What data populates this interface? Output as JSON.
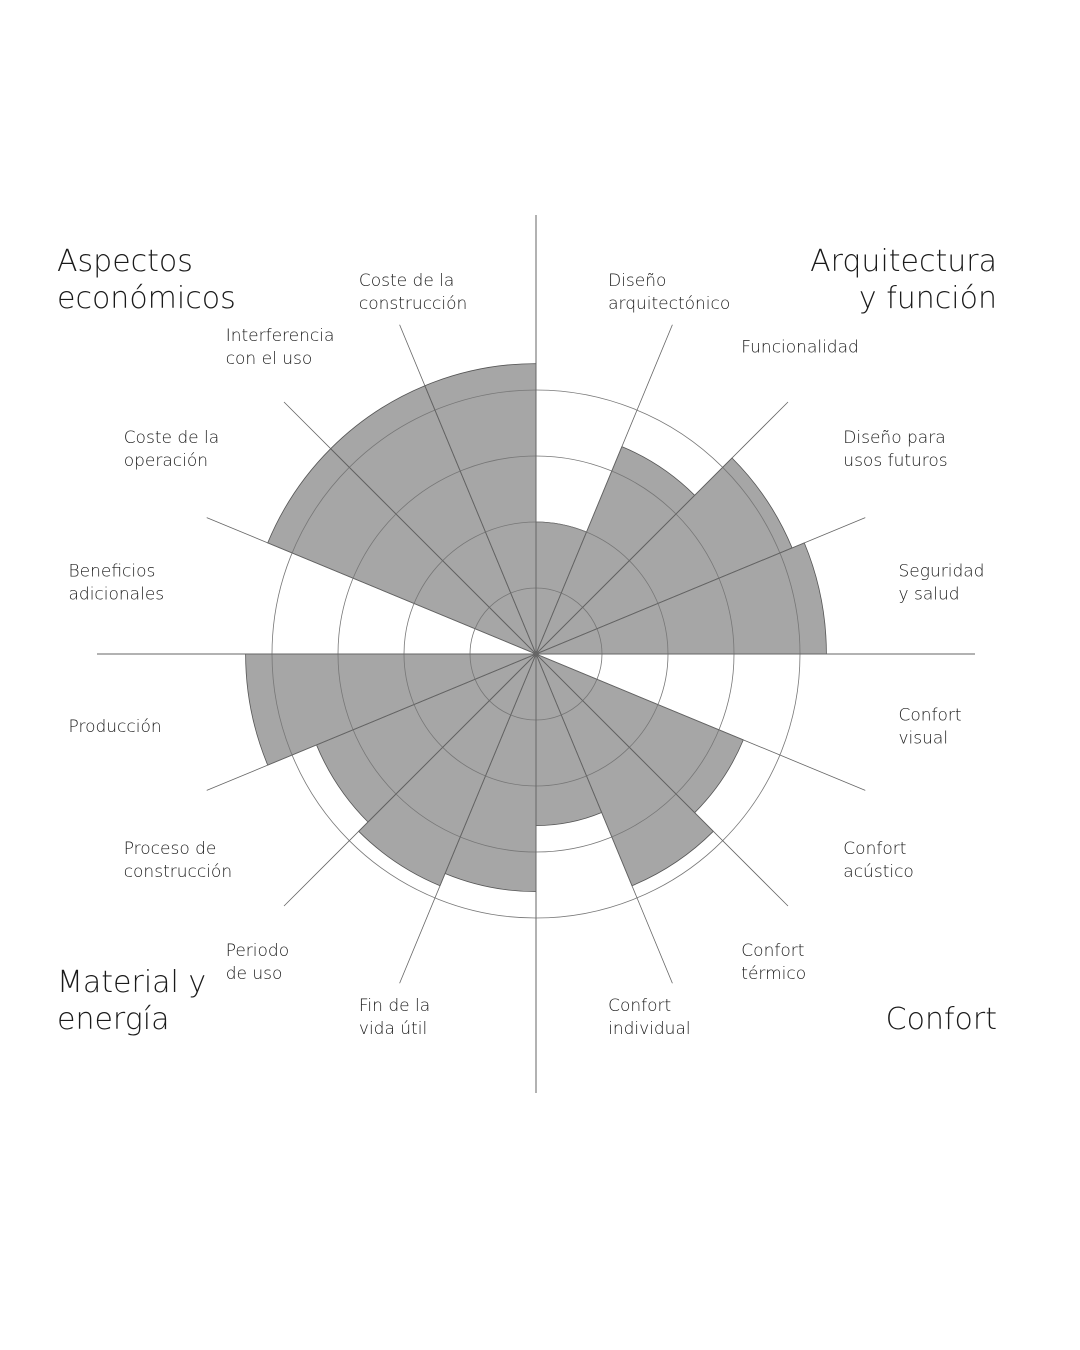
{
  "chart_data": {
    "type": "polar-area",
    "scale_max": 4,
    "rings": [
      1,
      2,
      3,
      4
    ],
    "groups": [
      {
        "name": [
          "Arquitectura",
          "y función"
        ]
      },
      {
        "name": [
          "Confort"
        ]
      },
      {
        "name": [
          "Material y",
          "energía"
        ]
      },
      {
        "name": [
          "Aspectos",
          "económicos"
        ]
      }
    ],
    "sectors": [
      {
        "label": [
          "Diseño",
          "arquitectónico"
        ],
        "value": 2,
        "group": 0
      },
      {
        "label": [
          "Funcionalidad"
        ],
        "value": 3.4,
        "group": 0
      },
      {
        "label": [
          "Diseño para",
          "usos futuros"
        ],
        "value": 4.2,
        "group": 0
      },
      {
        "label": [
          "Seguridad",
          "y salud"
        ],
        "value": 4.4,
        "group": 0
      },
      {
        "label": [
          "Confort",
          "visual"
        ],
        "value": 0,
        "group": 1
      },
      {
        "label": [
          "Confort",
          "acústico"
        ],
        "value": 3.4,
        "group": 1
      },
      {
        "label": [
          "Confort",
          "térmico"
        ],
        "value": 3.8,
        "group": 1
      },
      {
        "label": [
          "Confort",
          "individual"
        ],
        "value": 2.6,
        "group": 1
      },
      {
        "label": [
          "Fin de la",
          "vida útil"
        ],
        "value": 3.6,
        "group": 2
      },
      {
        "label": [
          "Periodo",
          "de uso"
        ],
        "value": 3.8,
        "group": 2
      },
      {
        "label": [
          "Proceso de",
          "construcción"
        ],
        "value": 3.6,
        "group": 2
      },
      {
        "label": [
          "Producción"
        ],
        "value": 4.4,
        "group": 2
      },
      {
        "label": [
          "Beneficios",
          "adicionales"
        ],
        "value": 0,
        "group": 3
      },
      {
        "label": [
          "Coste de la",
          "operación"
        ],
        "value": 4.4,
        "group": 3
      },
      {
        "label": [
          "Interferencia",
          "con el uso"
        ],
        "value": 4.4,
        "group": 3
      },
      {
        "label": [
          "Coste de la",
          "construcción"
        ],
        "value": 4.4,
        "group": 3
      }
    ]
  }
}
